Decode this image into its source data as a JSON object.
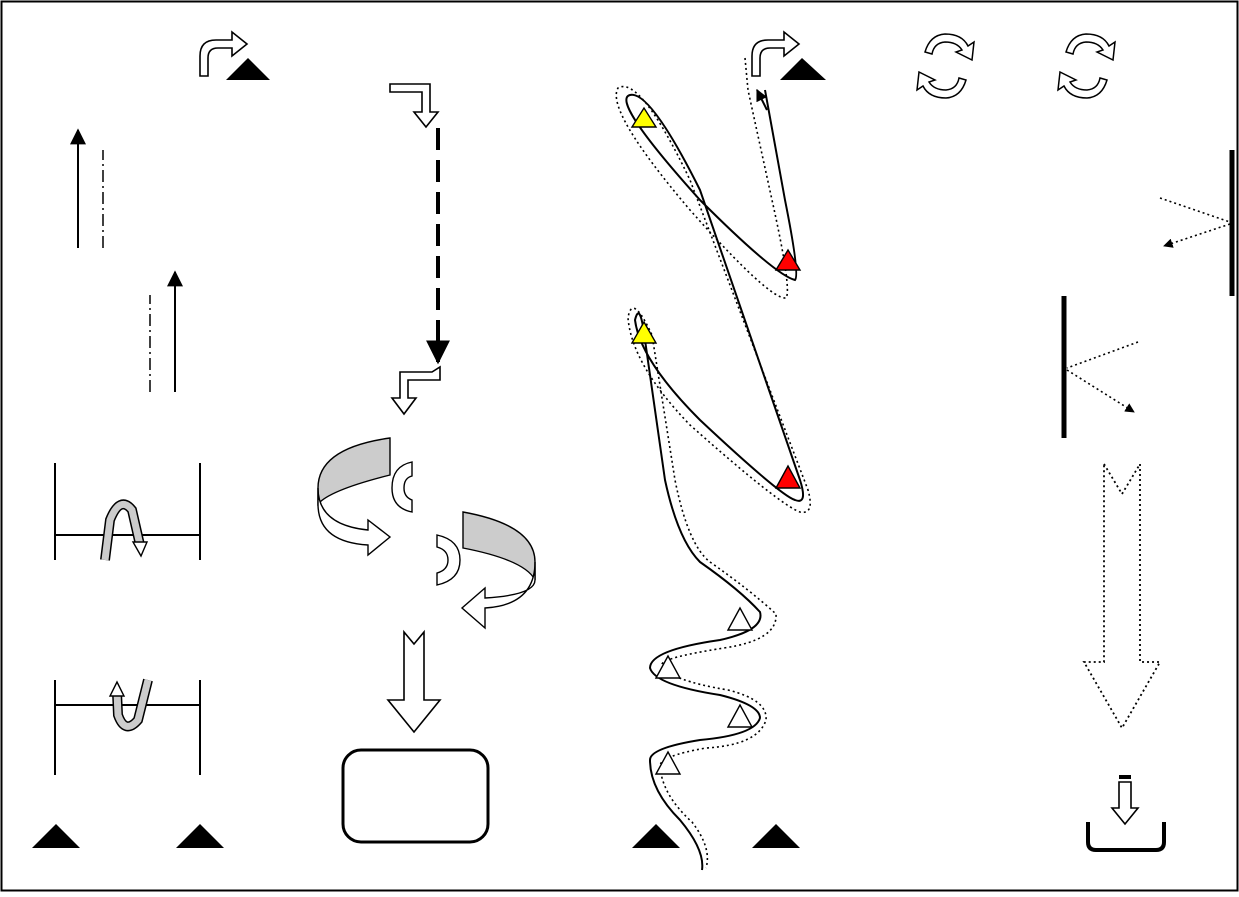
{
  "canvas": {
    "caption": ""
  },
  "colors": {
    "stroke": "#000000",
    "background": "#ffffff",
    "marker_filled": "#000000",
    "marker_start": "#ffff00",
    "marker_end": "#ff0000",
    "marker_hollow": "#ffffff",
    "ribbon_fill": "#cccccc"
  },
  "icons": [
    "turn-right-arrow-icon",
    "turn-down-arrow-icon",
    "turn-left-down-arrow-icon",
    "rotate-cycle-icon",
    "curved-ribbon-arrow-icon",
    "rotation-loop-icon",
    "block-down-arrow-icon",
    "dotted-down-arrow-icon",
    "reflection-icon",
    "drop-into-tray-icon",
    "triangle-marker-icon"
  ],
  "markers": {
    "wave_path": [
      {
        "kind": "start",
        "color": "yellow"
      },
      {
        "kind": "end",
        "color": "red"
      },
      {
        "kind": "start",
        "color": "yellow"
      },
      {
        "kind": "end",
        "color": "red"
      },
      {
        "kind": "point",
        "color": "hollow"
      },
      {
        "kind": "point",
        "color": "hollow"
      },
      {
        "kind": "point",
        "color": "hollow"
      },
      {
        "kind": "point",
        "color": "hollow"
      }
    ]
  }
}
